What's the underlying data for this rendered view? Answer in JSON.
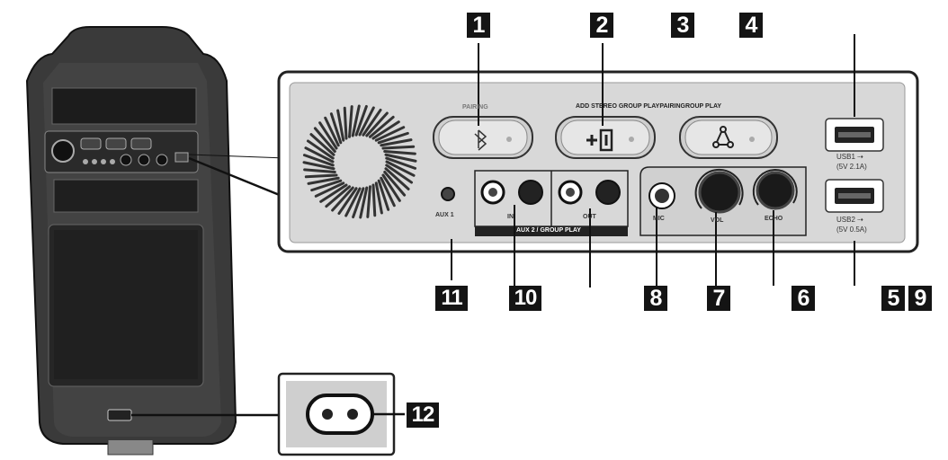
{
  "callouts": {
    "c1": "1",
    "c2": "2",
    "c3": "3",
    "c4": "4",
    "c5": "5",
    "c6": "6",
    "c7": "7",
    "c8": "8",
    "c9": "9",
    "c10": "10",
    "c11": "11",
    "c12": "12"
  },
  "panel_labels": {
    "pairing": "PAIRING",
    "top_row": "ADD STEREO GROUP PLAYPAIRINGROUP PLAY",
    "aux1": "AUX 1",
    "in": "IN",
    "out": "OUT",
    "aux2_group_play": "AUX 2 / GROUP PLAY",
    "mic": "MIC",
    "vol": "VOL",
    "echo": "ECHO",
    "usb1": "USB1",
    "usb1_rating": "(5V 2.1A)",
    "usb2": "USB2",
    "usb2_rating": "(5V 0.5A)"
  },
  "icons": [
    "bluetooth-icon",
    "add-speaker-icon",
    "group-play-icon",
    "usb-icon",
    "power-socket-icon"
  ]
}
